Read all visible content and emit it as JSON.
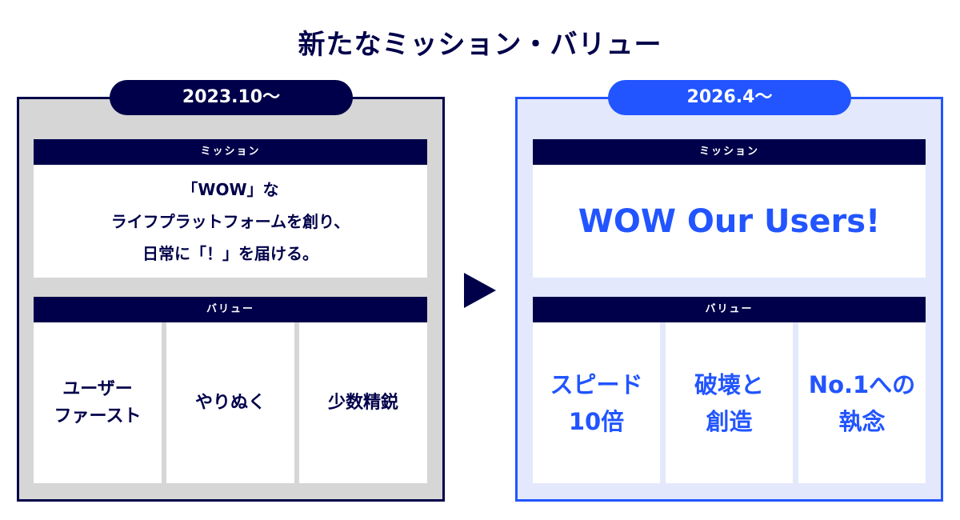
{
  "title": "新たなミッション・バリュー",
  "colors": {
    "navy": "#00004a",
    "blue": "#2255ff",
    "old_panel_bg": "#d6d6d6",
    "new_panel_bg": "#e3e8fc",
    "white": "#ffffff"
  },
  "old": {
    "period": "2023.10〜",
    "mission_header": "ミッション",
    "mission_lines": [
      "「WOW」な",
      "ライフプラットフォームを創り、",
      "日常に「！」を届ける。"
    ],
    "values_header": "バリュー",
    "values": [
      {
        "lines": [
          "ユーザー",
          "ファースト"
        ]
      },
      {
        "lines": [
          "やりぬく"
        ]
      },
      {
        "lines": [
          "少数精鋭"
        ]
      }
    ]
  },
  "arrow": {
    "icon": "triangle-right-icon"
  },
  "new": {
    "period": "2026.4〜",
    "mission_header": "ミッション",
    "mission": "WOW Our Users!",
    "values_header": "バリュー",
    "values": [
      {
        "lines": [
          "スピード",
          "10倍"
        ]
      },
      {
        "lines": [
          "破壊と",
          "創造"
        ]
      },
      {
        "lines": [
          "No.1への",
          "執念"
        ]
      }
    ]
  }
}
